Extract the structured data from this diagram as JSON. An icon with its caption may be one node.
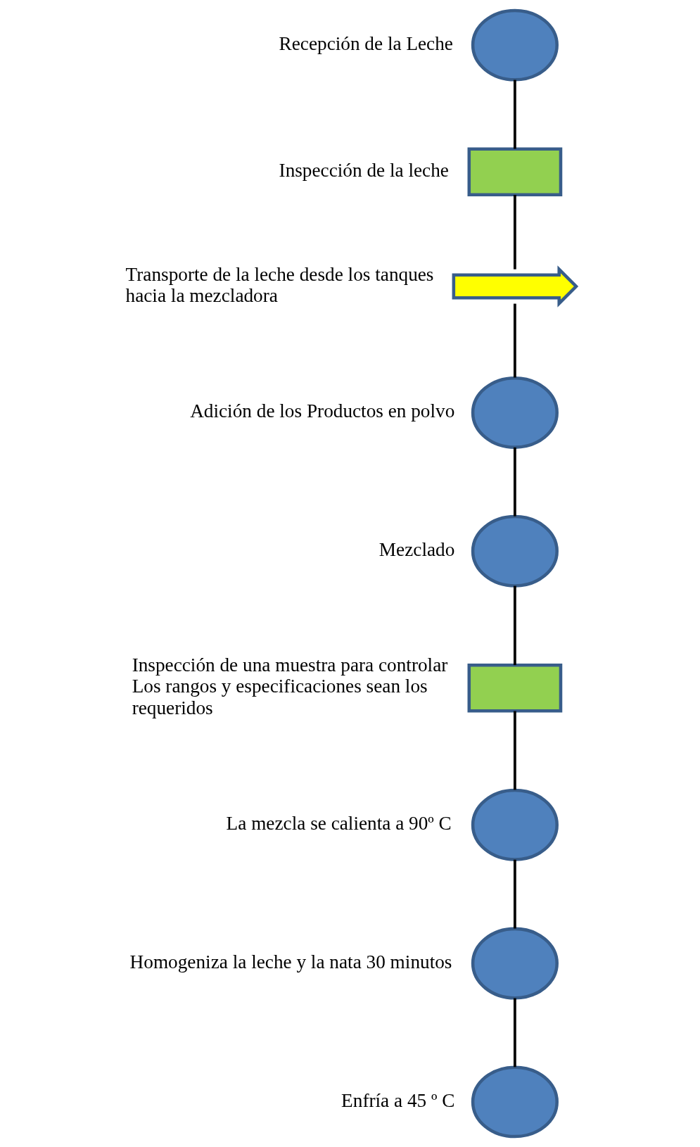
{
  "diagram": {
    "nodes": [
      {
        "text": [],
        "shape": "circle",
        "beside": [
          "Recepción de la Leche"
        ]
      },
      {
        "text": [],
        "shape": "box",
        "beside": [
          "Inspección de la leche"
        ]
      },
      {
        "text": [],
        "shape": "arrow",
        "beside": [
          "Transporte de la leche desde los tanques hacia la mezcladora"
        ]
      },
      {
        "text": [],
        "shape": "circle",
        "beside": [
          "Adición de los Productos en polvo"
        ]
      },
      {
        "text": [],
        "shape": "circle",
        "beside": [
          "Mezclado"
        ]
      },
      {
        "text": [],
        "shape": "box",
        "beside": [
          "Inspección de una muestra para controlar Los rangos y especificaciones sean los requeridos"
        ]
      },
      {
        "text": [],
        "shape": "circle",
        "beside": [
          "La mezcla se calienta a 90º C"
        ]
      },
      {
        "text": [],
        "shape": "circle",
        "beside": [
          "Homogeniza la leche y la nata 30 minutos"
        ]
      },
      {
        "text": [],
        "shape": "circle",
        "beside": [
          "Enfría a 45 º C"
        ]
      }
    ],
    "edges": [
      {
        "from": 0,
        "to": 1,
        "arrow": "none"
      },
      {
        "from": 1,
        "to": 2,
        "arrow": "none"
      },
      {
        "from": 2,
        "to": 3,
        "arrow": "none"
      },
      {
        "from": 3,
        "to": 4,
        "arrow": "none"
      },
      {
        "from": 4,
        "to": 5,
        "arrow": "none"
      },
      {
        "from": 5,
        "to": 6,
        "arrow": "none"
      },
      {
        "from": 6,
        "to": 7,
        "arrow": "none"
      },
      {
        "from": 7,
        "to": 8,
        "arrow": "none"
      }
    ]
  }
}
